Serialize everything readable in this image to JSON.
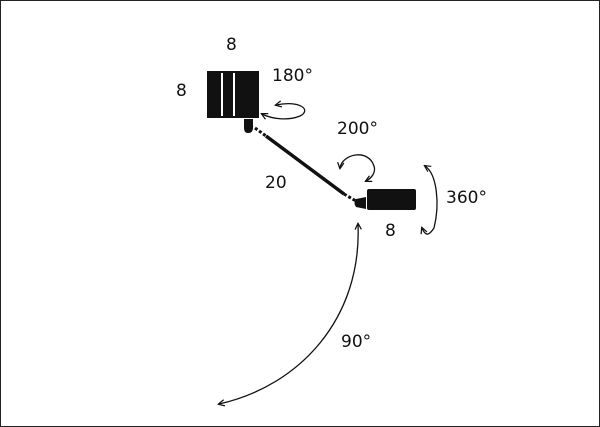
{
  "labels": {
    "head_width": "8",
    "head_height": "8",
    "head_rotation": "180°",
    "joint_rotation": "200°",
    "arm_length": "20",
    "base_rotation": "360°",
    "base_width": "8",
    "sweep_angle": "90°"
  },
  "colors": {
    "ink": "#111111",
    "background": "#ffffff",
    "frame": "#222222"
  }
}
